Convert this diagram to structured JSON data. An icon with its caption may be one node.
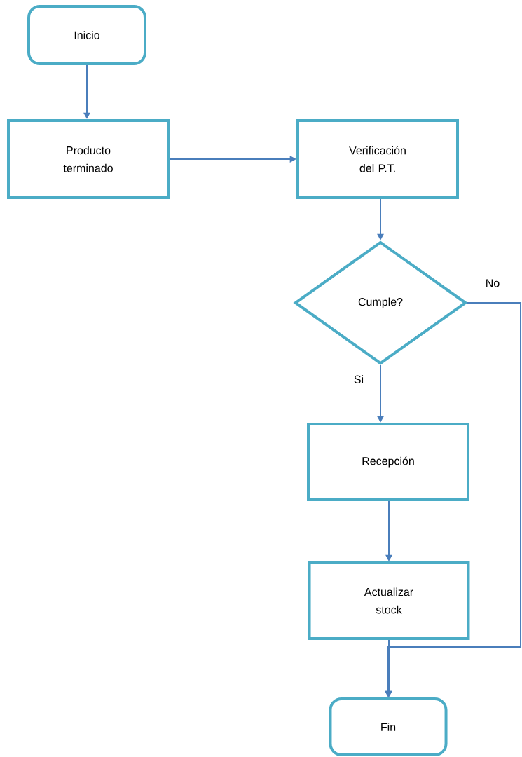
{
  "diagram": {
    "nodes": [
      {
        "text": [
          "Inicio"
        ]
      },
      {
        "text": [
          "Producto terminado"
        ]
      },
      {
        "text": [
          "Verificación del P.T."
        ]
      },
      {
        "text": [
          "Cumple?"
        ]
      },
      {
        "text": [
          "Recepción"
        ]
      },
      {
        "text": [
          "Actualizar stock"
        ]
      },
      {
        "text": [
          "Fin"
        ]
      }
    ],
    "edges": [
      {
        "from": 0,
        "to": 1,
        "arrow": "to"
      },
      {
        "from": 1,
        "to": 2,
        "arrow": "to"
      },
      {
        "from": 2,
        "to": 3,
        "arrow": "to"
      },
      {
        "from": 3,
        "to": 4,
        "arrow": "to",
        "label": "Si"
      },
      {
        "from": 4,
        "to": 5,
        "arrow": "to"
      },
      {
        "from": 5,
        "to": 6,
        "arrow": "to"
      },
      {
        "from": 3,
        "to": 6,
        "arrow": "to",
        "label": "No"
      }
    ]
  }
}
